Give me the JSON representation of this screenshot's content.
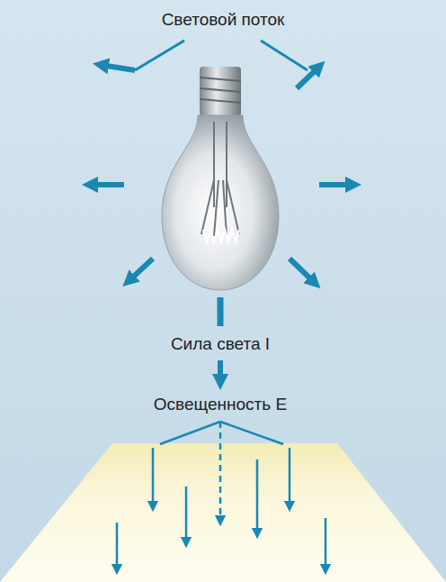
{
  "diagram": {
    "labels": [
      "Световой поток",
      "Сила света I",
      "Освещенность E"
    ]
  }
}
